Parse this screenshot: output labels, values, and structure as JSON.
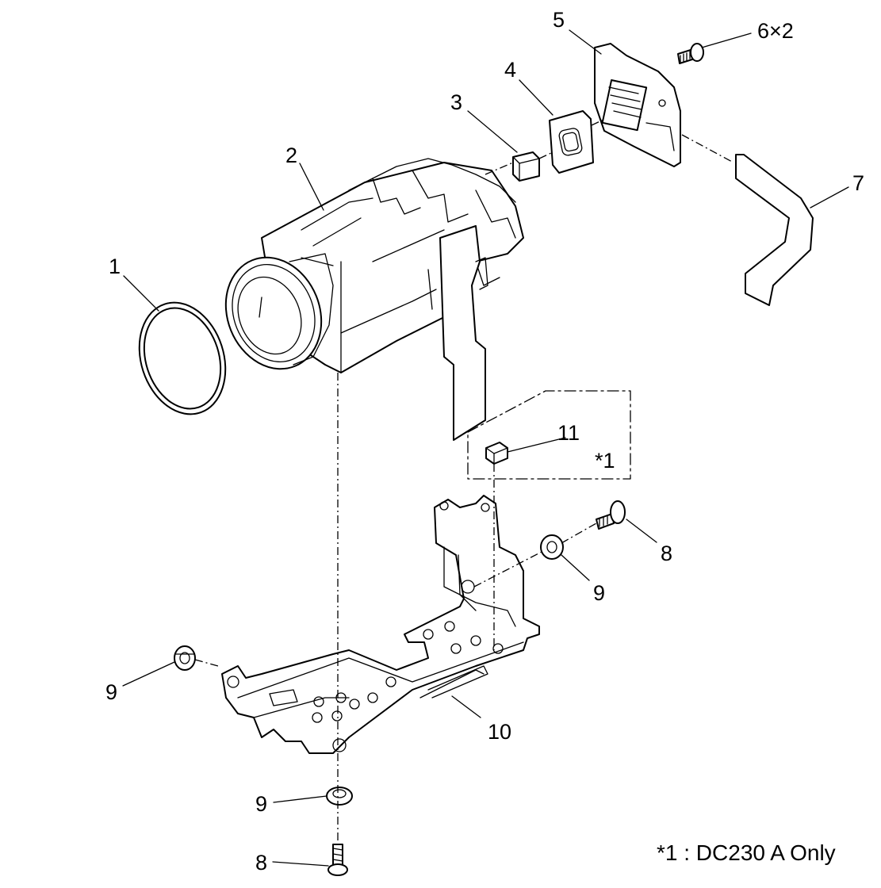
{
  "labels": {
    "p1": "1",
    "p2": "2",
    "p3": "3",
    "p4": "4",
    "p5": "5",
    "p6": "6×2",
    "p7": "7",
    "p8a": "8",
    "p8b": "8",
    "p9a": "9",
    "p9b": "9",
    "p9c": "9",
    "p10": "10",
    "p11": "11",
    "option_mark": "*1"
  },
  "footnote": "*1 : DC230 A Only"
}
